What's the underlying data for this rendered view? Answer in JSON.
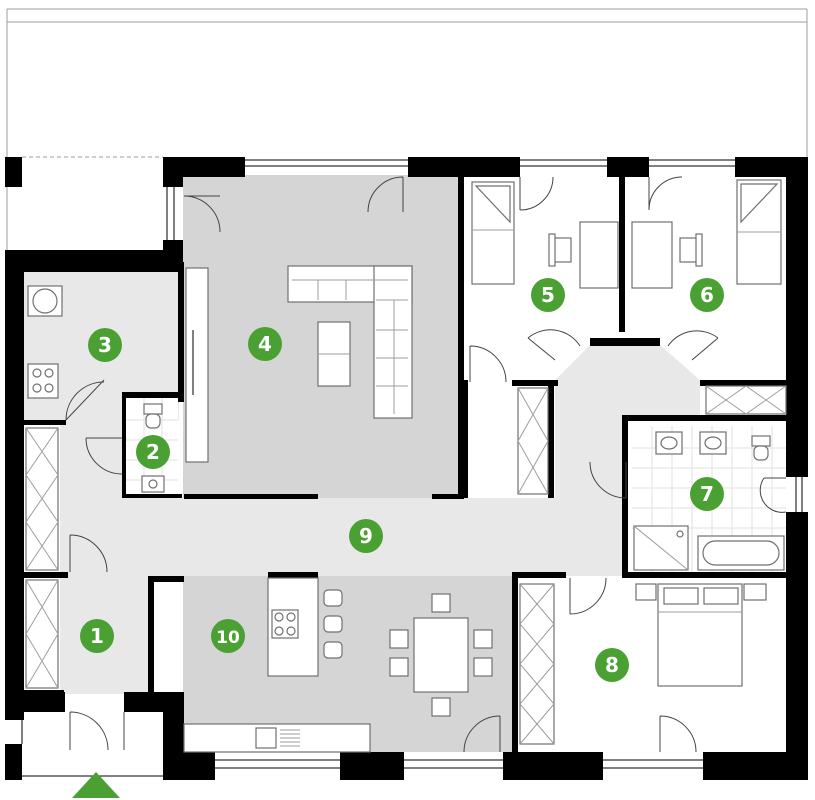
{
  "plan": {
    "rooms": [
      {
        "id": "1",
        "label": "1"
      },
      {
        "id": "2",
        "label": "2"
      },
      {
        "id": "3",
        "label": "3"
      },
      {
        "id": "4",
        "label": "4"
      },
      {
        "id": "5",
        "label": "5"
      },
      {
        "id": "6",
        "label": "6"
      },
      {
        "id": "7",
        "label": "7"
      },
      {
        "id": "8",
        "label": "8"
      },
      {
        "id": "9",
        "label": "9"
      },
      {
        "id": "10",
        "label": "10"
      }
    ],
    "colors": {
      "badge": "#4aa033",
      "entrance_arrow": "#4aa033",
      "floor_grey": "#d5d5d5",
      "floor_light": "#e8e8e8",
      "wall": "#000000"
    },
    "icons": [
      "entrance-arrow-icon",
      "bed-icon",
      "sofa-icon",
      "stove-icon",
      "sink-icon",
      "toilet-icon",
      "bathtub-icon",
      "shower-icon",
      "wardrobe-icon"
    ]
  }
}
